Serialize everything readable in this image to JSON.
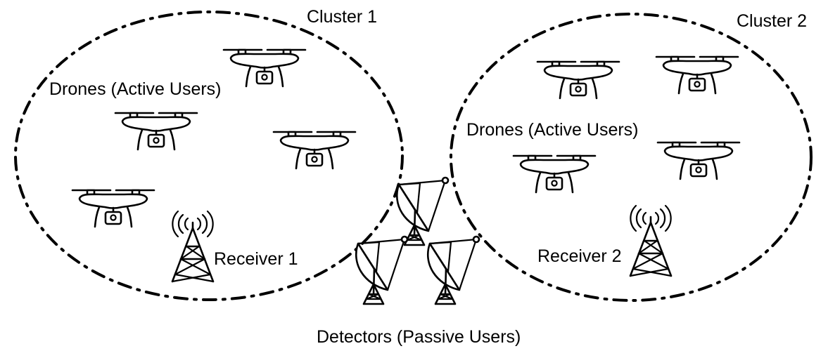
{
  "clusters": [
    {
      "title": "Cluster 1",
      "drones_label": "Drones (Active Users)",
      "receiver_label": "Receiver 1"
    },
    {
      "title": "Cluster 2",
      "drones_label": "Drones (Active Users)",
      "receiver_label": "Receiver 2"
    }
  ],
  "detectors_label": "Detectors (Passive Users)",
  "icons": {
    "drone": "drone-icon",
    "receiver": "receiver-tower-icon",
    "detector": "satellite-dish-icon"
  }
}
